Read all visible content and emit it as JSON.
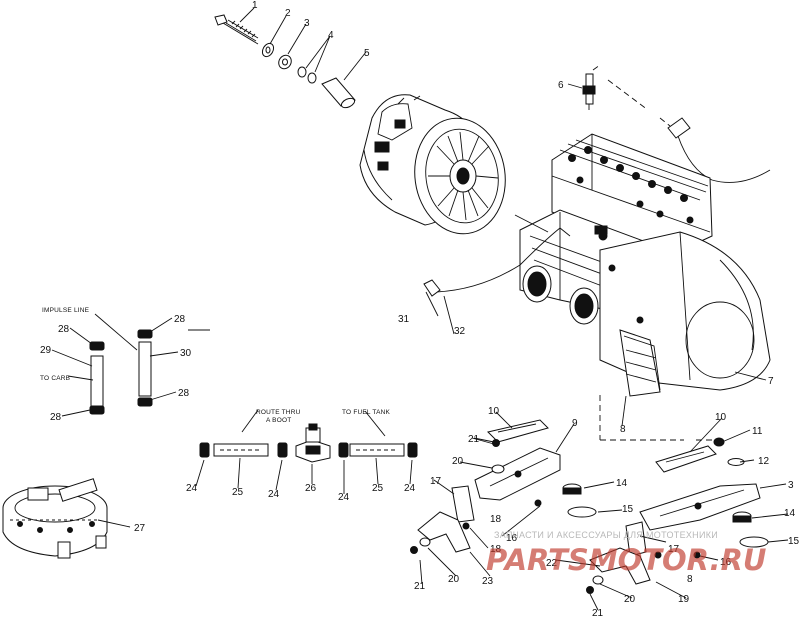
{
  "callouts": [
    {
      "id": "c1",
      "text": "1"
    },
    {
      "id": "c2",
      "text": "2"
    },
    {
      "id": "c3",
      "text": "3"
    },
    {
      "id": "c4",
      "text": "4"
    },
    {
      "id": "c5",
      "text": "5"
    },
    {
      "id": "c6",
      "text": "6"
    },
    {
      "id": "c7",
      "text": "7"
    },
    {
      "id": "c8a",
      "text": "8"
    },
    {
      "id": "c8b",
      "text": "8"
    },
    {
      "id": "c9",
      "text": "9"
    },
    {
      "id": "c10a",
      "text": "10"
    },
    {
      "id": "c10b",
      "text": "10"
    },
    {
      "id": "c11",
      "text": "11"
    },
    {
      "id": "c12",
      "text": "12"
    },
    {
      "id": "c3b",
      "text": "3"
    },
    {
      "id": "c14a",
      "text": "14"
    },
    {
      "id": "c14b",
      "text": "14"
    },
    {
      "id": "c15a",
      "text": "15"
    },
    {
      "id": "c15b",
      "text": "15"
    },
    {
      "id": "c16a",
      "text": "16"
    },
    {
      "id": "c16b",
      "text": "16"
    },
    {
      "id": "c17a",
      "text": "17"
    },
    {
      "id": "c17b",
      "text": "17"
    },
    {
      "id": "c18a",
      "text": "18"
    },
    {
      "id": "c18b",
      "text": "18"
    },
    {
      "id": "c19",
      "text": "19"
    },
    {
      "id": "c20a",
      "text": "20"
    },
    {
      "id": "c20b",
      "text": "20"
    },
    {
      "id": "c20c",
      "text": "20"
    },
    {
      "id": "c21a",
      "text": "21"
    },
    {
      "id": "c21b",
      "text": "21"
    },
    {
      "id": "c21c",
      "text": "21"
    },
    {
      "id": "c22",
      "text": "22"
    },
    {
      "id": "c23",
      "text": "23"
    },
    {
      "id": "c24a",
      "text": "24"
    },
    {
      "id": "c24b",
      "text": "24"
    },
    {
      "id": "c24c",
      "text": "24"
    },
    {
      "id": "c24d",
      "text": "24"
    },
    {
      "id": "c25a",
      "text": "25"
    },
    {
      "id": "c25b",
      "text": "25"
    },
    {
      "id": "c26",
      "text": "26"
    },
    {
      "id": "c27",
      "text": "27"
    },
    {
      "id": "c28a",
      "text": "28"
    },
    {
      "id": "c28b",
      "text": "28"
    },
    {
      "id": "c28c",
      "text": "28"
    },
    {
      "id": "c28d",
      "text": "28"
    },
    {
      "id": "c29",
      "text": "29"
    },
    {
      "id": "c30",
      "text": "30"
    },
    {
      "id": "c31",
      "text": "31"
    },
    {
      "id": "c32",
      "text": "32"
    }
  ],
  "notes": {
    "impulse_line": "IMPULSE LINE",
    "to_carb": "TO CARB",
    "route_thru_line1": "ROUTE THRU",
    "route_thru_line2": "A BOOT",
    "to_fuel_tank": "TO FUEL TANK"
  },
  "watermark": {
    "line1": "ЗАПЧАСТИ И АКСЕССУАРЫ ДЛЯ МОТОТЕХНИКИ",
    "line2": "PARTSMOTOR.RU"
  },
  "colors": {
    "ink": "#111111",
    "background": "#ffffff",
    "watermark_red": "#c0392b",
    "watermark_gray": "#b8b8b8"
  }
}
